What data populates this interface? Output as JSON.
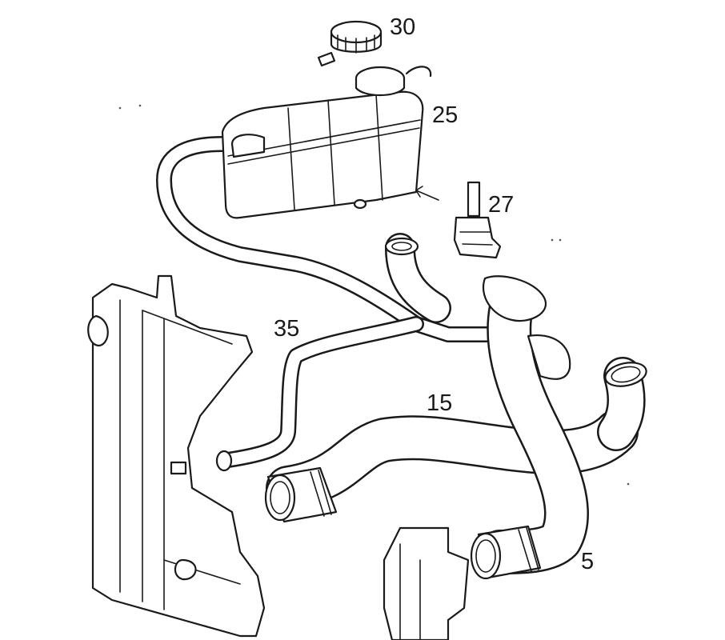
{
  "callouts": {
    "cap": "30",
    "reservoir": "25",
    "sensor": "27",
    "vent_hose": "35",
    "lower_hose": "15",
    "upper_hose": "5"
  }
}
